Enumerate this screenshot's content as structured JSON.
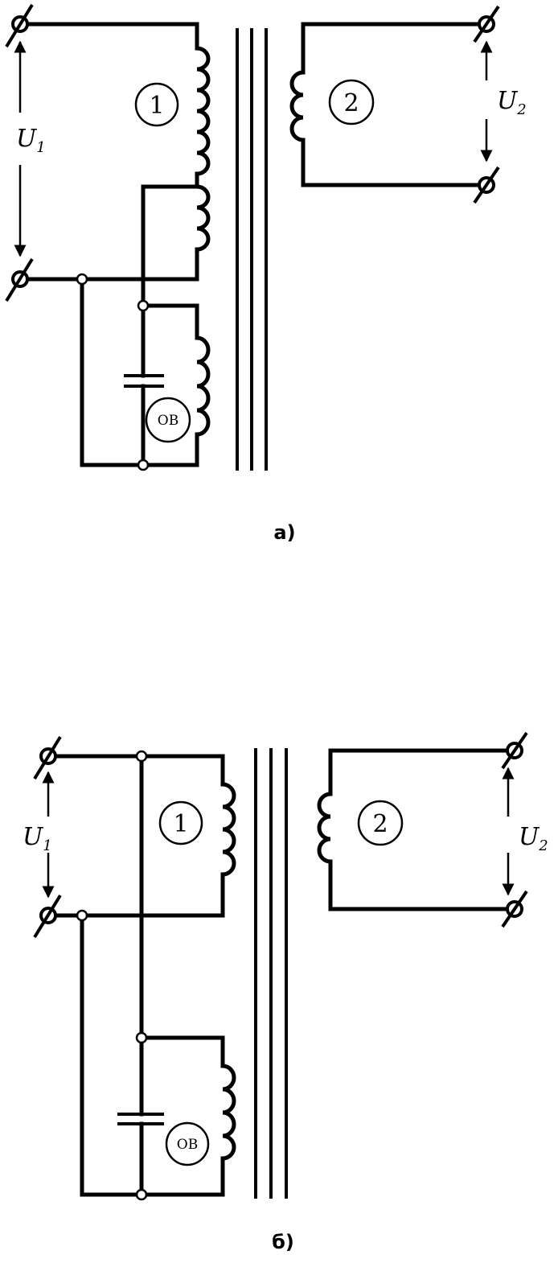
{
  "diagram_a": {
    "caption": "а)",
    "winding_primary": "1",
    "winding_secondary": "2",
    "excitation_winding": "ОВ",
    "voltage_in": {
      "symbol": "U",
      "sub": "1"
    },
    "voltage_out": {
      "symbol": "U",
      "sub": "2"
    }
  },
  "diagram_b": {
    "caption": "б)",
    "winding_primary": "1",
    "winding_secondary": "2",
    "excitation_winding": "ОВ",
    "voltage_in": {
      "symbol": "U",
      "sub": "1"
    },
    "voltage_out": {
      "symbol": "U",
      "sub": "2"
    }
  }
}
